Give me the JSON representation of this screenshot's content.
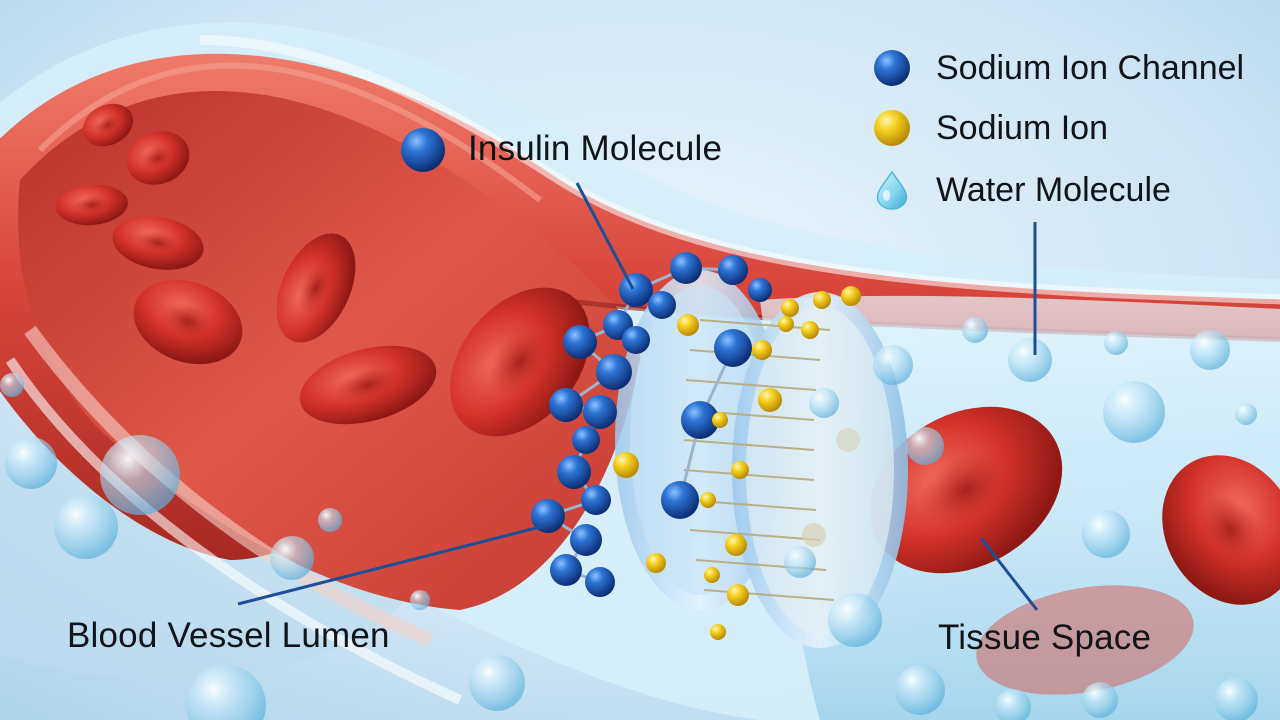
{
  "labels": {
    "insulin": "Insulin Molecule",
    "lumen": "Blood Vessel Lumen",
    "tissue": "Tissue Space"
  },
  "legend": {
    "items": [
      {
        "label": "Sodium Ion Channel",
        "icon": "blue-sphere-icon",
        "color": "#1f64c8"
      },
      {
        "label": "Sodium Ion",
        "icon": "yellow-sphere-icon",
        "color": "#f0c419"
      },
      {
        "label": "Water Molecule",
        "icon": "water-drop-icon",
        "color": "#7fd3ef"
      }
    ]
  },
  "colors": {
    "vessel_wall": "#d9463c",
    "vessel_inner": "#e05a4c",
    "red_blood_cell": "#c92a23",
    "background": "#cfe6f3",
    "leader_line": "#1d4f99"
  }
}
